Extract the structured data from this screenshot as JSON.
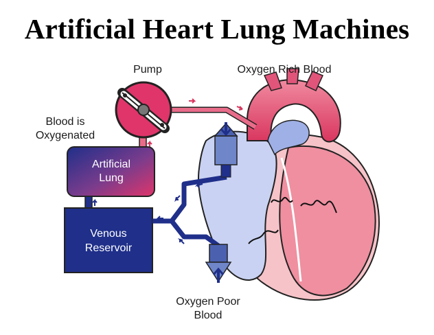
{
  "title": "Artificial Heart Lung Machines",
  "labels": {
    "pump": "Pump",
    "oxygen_rich": "Oxygen Rich Blood",
    "oxygenated_line1": "Blood is",
    "oxygenated_line2": "Oxygenated",
    "lung_line1": "Artificial",
    "lung_line2": "Lung",
    "reservoir_line1": "Venous",
    "reservoir_line2": "Reservoir",
    "oxygen_poor_line1": "Oxygen Poor",
    "oxygen_poor_line2": "Blood"
  },
  "colors": {
    "oxygen_rich": "#d9365e",
    "oxygen_poor": "#1f2f8a",
    "heart_light_pink": "#f6c3c8",
    "heart_pink": "#ef8fa0",
    "heart_blue": "#c9d2f2",
    "outline": "#222222"
  }
}
